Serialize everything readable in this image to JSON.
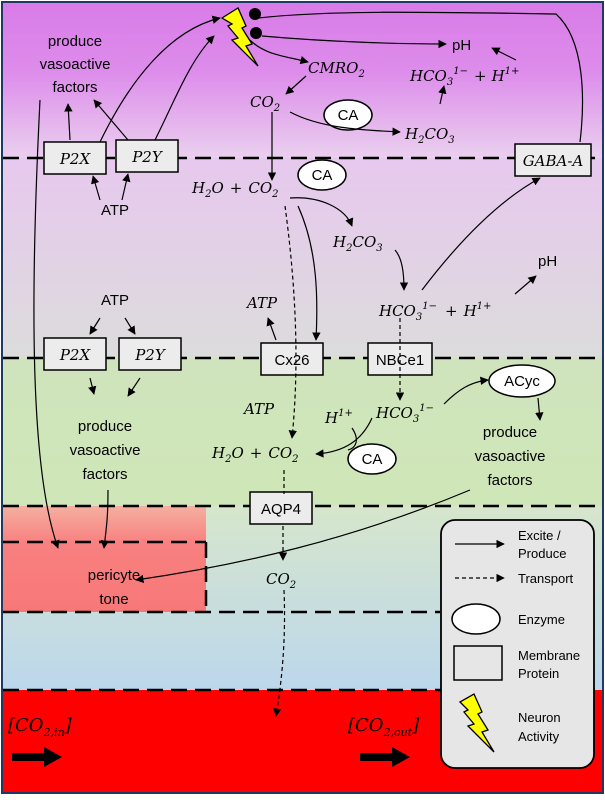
{
  "colors": {
    "neuron_top": "#d97be8",
    "neuron_mid": "#e6c4ec",
    "astro": "#cfe6b8",
    "pericyte": "#f88080",
    "vessel_wall": "#bdd8ea",
    "blood": "#ff0000",
    "frame": "#1f3864",
    "box_fill": "#ececec"
  },
  "labels": {
    "produce_va_top": [
      "produce",
      "vasoactive",
      "factors"
    ],
    "p2x": "P2X",
    "p2y": "P2Y",
    "atp": "ATP",
    "ph": "pH",
    "cmro2_main": "CMRO",
    "cmro2_sub": "2",
    "co2_main": "CO",
    "co2_sub": "2",
    "ca": "CA",
    "hco3_main": "HCO",
    "hco3_sub": "3",
    "hco3_sup": "1−",
    "h_main": "H",
    "h_sup": "1+",
    "h2co3_h": "H",
    "h2co3_2": "2",
    "h2co3_co": "CO",
    "h2co3_3": "3",
    "h2o_h": "H",
    "h2o_2": "2",
    "h2o_o": "O",
    "plus": "+",
    "gaba": "GABA-A",
    "cx26": "Cx26",
    "nbce1": "NBCe1",
    "acyc": "ACyc",
    "aqp4": "AQP4",
    "produce_va_mid": [
      "produce",
      "vasoactive",
      "factors"
    ],
    "produce_va_right": [
      "produce",
      "vasoactive",
      "factors"
    ],
    "pericyte": [
      "pericyte",
      "tone"
    ],
    "co2_in_main": "CO",
    "co2_in_sub": "2,in",
    "co2_out_main": "CO",
    "co2_out_sub": "2,out"
  },
  "legend": {
    "excite": [
      "Excite /",
      "Produce"
    ],
    "transport": "Transport",
    "enzyme": "Enzyme",
    "membrane": [
      "Membrane",
      "Protein"
    ],
    "neuron": [
      "Neuron",
      "Activity"
    ]
  }
}
